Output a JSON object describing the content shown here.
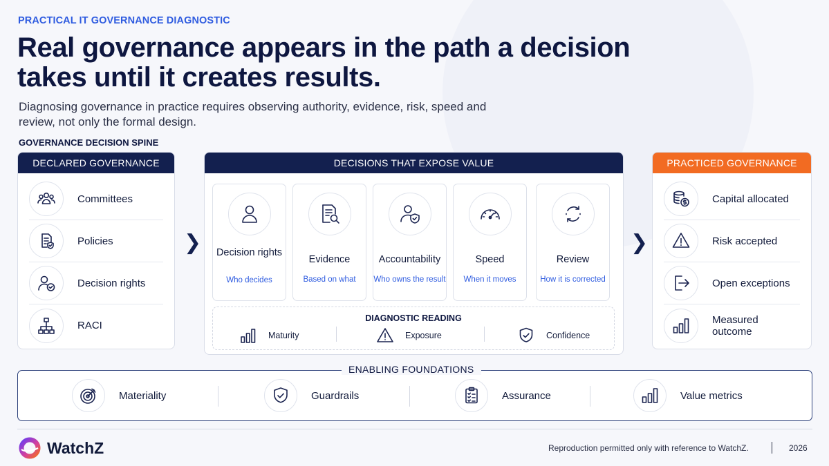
{
  "eyebrow": "PRACTICAL IT GOVERNANCE DIAGNOSTIC",
  "title": "Real governance appears in the path a decision takes until it creates results.",
  "subtitle": "Diagnosing governance in practice requires observing authority, evidence, risk, speed and review, not only the formal design.",
  "spine_label": "GOVERNANCE DECISION SPINE",
  "declared": {
    "heading": "DECLARED GOVERNANCE",
    "items": [
      {
        "label": "Committees",
        "icon": "people-group-icon"
      },
      {
        "label": "Policies",
        "icon": "policy-document-icon"
      },
      {
        "label": "Decision rights",
        "icon": "person-check-icon"
      },
      {
        "label": "RACI",
        "icon": "org-chart-icon"
      }
    ]
  },
  "decisions": {
    "heading": "DECISIONS THAT EXPOSE VALUE",
    "cards": [
      {
        "title": "Decision rights",
        "subtitle": "Who decides",
        "icon": "person-icon"
      },
      {
        "title": "Evidence",
        "subtitle": "Based on what",
        "icon": "document-search-icon"
      },
      {
        "title": "Accountability",
        "subtitle": "Who owns the result",
        "icon": "person-shield-icon"
      },
      {
        "title": "Speed",
        "subtitle": "When it moves",
        "icon": "speedometer-icon"
      },
      {
        "title": "Review",
        "subtitle": "How it is corrected",
        "icon": "refresh-cycle-icon"
      }
    ],
    "diagnostic": {
      "title": "DIAGNOSTIC READING",
      "items": [
        {
          "label": "Maturity",
          "icon": "bar-chart-icon"
        },
        {
          "label": "Exposure",
          "icon": "warning-icon"
        },
        {
          "label": "Confidence",
          "icon": "shield-check-icon"
        }
      ]
    }
  },
  "practiced": {
    "heading": "PRACTICED GOVERNANCE",
    "items": [
      {
        "label": "Capital allocated",
        "icon": "coins-icon"
      },
      {
        "label": "Risk accepted",
        "icon": "warning-icon"
      },
      {
        "label": "Open exceptions",
        "icon": "exit-arrow-icon"
      },
      {
        "label": "Measured outcome",
        "icon": "bar-chart-icon"
      }
    ]
  },
  "foundations": {
    "heading": "ENABLING FOUNDATIONS",
    "items": [
      {
        "label": "Materiality",
        "icon": "target-icon"
      },
      {
        "label": "Guardrails",
        "icon": "shield-check-icon"
      },
      {
        "label": "Assurance",
        "icon": "checklist-icon"
      },
      {
        "label": "Value metrics",
        "icon": "bar-chart-icon"
      }
    ]
  },
  "footer": {
    "brand": "WatchZ",
    "note": "Reproduction permitted only with reference to WatchZ.",
    "year": "2026"
  },
  "colors": {
    "navy": "#13204f",
    "accent_orange": "#f26b22",
    "accent_blue": "#2f5ce0"
  }
}
